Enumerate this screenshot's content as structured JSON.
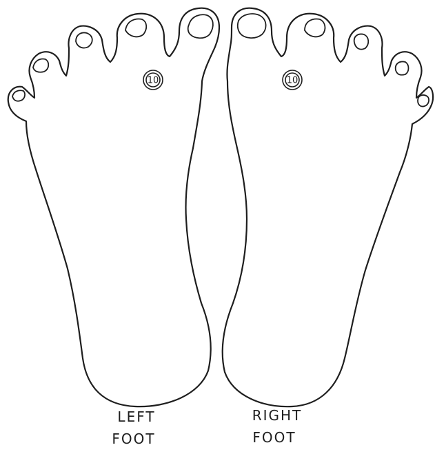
{
  "diagram": {
    "left_foot": {
      "label_line1": "LEFT",
      "label_line2": "FOOT",
      "marker": "10"
    },
    "right_foot": {
      "label_line1": "RIGHT",
      "label_line2": "FOOT",
      "marker": "10"
    },
    "line_color": "#1e1e1e"
  }
}
